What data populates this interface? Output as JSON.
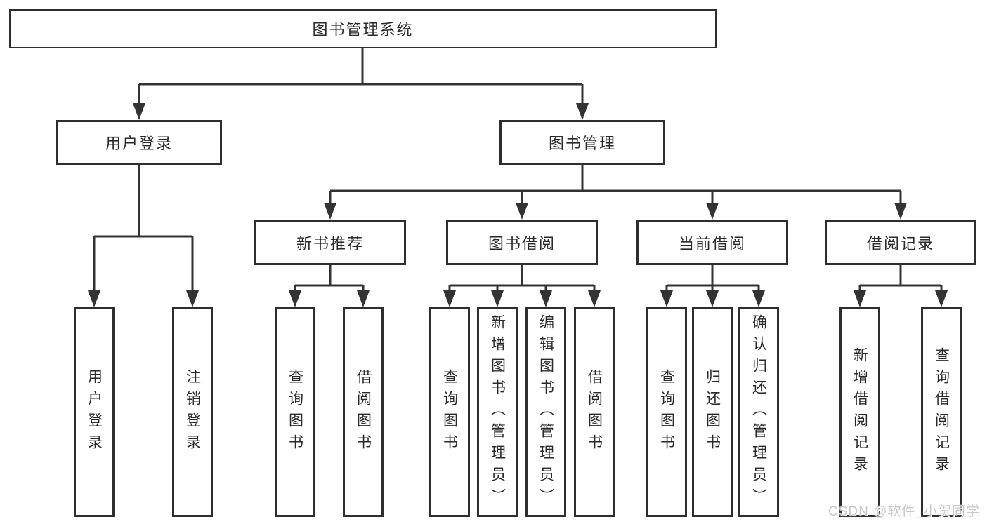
{
  "diagram_title": "图书管理系统",
  "tree": {
    "root": {
      "label": "图书管理系统"
    },
    "branches": [
      {
        "label": "用户登录",
        "children": [
          {
            "label": "用户登录"
          },
          {
            "label": "注销登录"
          }
        ]
      },
      {
        "label": "图书管理",
        "children": [
          {
            "label": "新书推荐",
            "children": [
              {
                "label": "查询图书"
              },
              {
                "label": "借阅图书"
              }
            ]
          },
          {
            "label": "图书借阅",
            "children": [
              {
                "label": "查询图书"
              },
              {
                "label": "新增图书（管理员）"
              },
              {
                "label": "编辑图书（管理员）"
              },
              {
                "label": "借阅图书"
              }
            ]
          },
          {
            "label": "当前借阅",
            "children": [
              {
                "label": "查询图书"
              },
              {
                "label": "归还图书"
              },
              {
                "label": "确认归还（管理员）"
              }
            ]
          },
          {
            "label": "借阅记录",
            "children": [
              {
                "label": "新增借阅记录"
              },
              {
                "label": "查询借阅记录"
              }
            ]
          }
        ]
      }
    ]
  },
  "watermark": {
    "text": "CSDN @软件_小贺同学"
  },
  "colors": {
    "line": "#333333",
    "box_border": "#2e2e2e",
    "box_fill": "#ffffff",
    "text": "#2a2a2a",
    "watermark": "#c7c7c7",
    "background": "#ffffff"
  }
}
